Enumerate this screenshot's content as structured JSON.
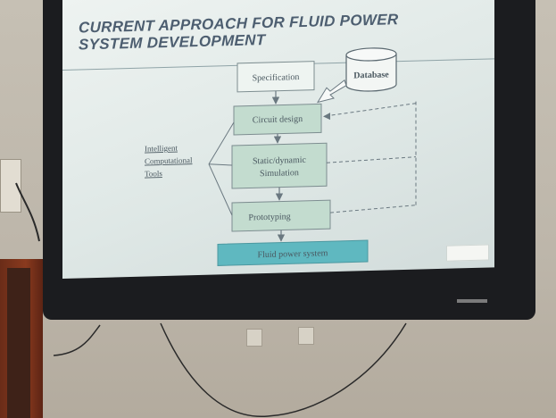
{
  "slide": {
    "title_line1": "CURRENT APPROACH FOR FLUID POWER",
    "title_line2": "SYSTEM DEVELOPMENT",
    "nodes": {
      "specification": "Specification",
      "database": "Database",
      "circuit_design": "Circuit design",
      "simulation_line1": "Static/dynamic",
      "simulation_line2": "Simulation",
      "prototyping": "Prototyping",
      "fluid_power_system": "Fluid power system"
    },
    "side_label": [
      "Intelligent",
      "Computational",
      "Tools"
    ]
  },
  "colors": {
    "box_fill": "#cfe0d8",
    "box_highlight": "#b9d7c9",
    "final_box": "#5fb8c0",
    "title_color": "#4d5e70"
  }
}
